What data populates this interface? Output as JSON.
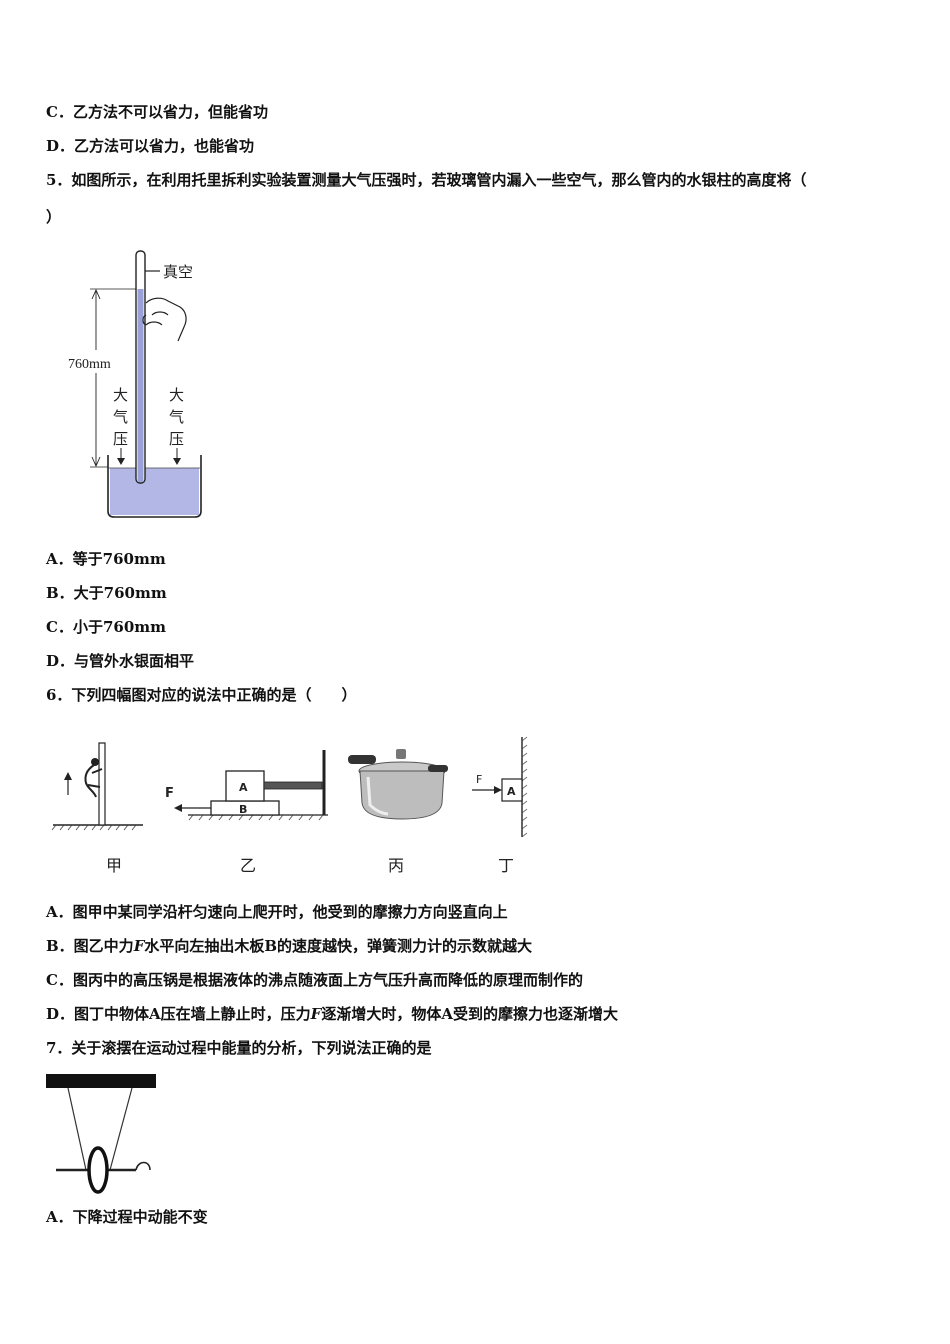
{
  "q4_tail": {
    "option_c": "C．乙方法不可以省力，但能省功",
    "option_d": "D．乙方法可以省力，也能省功"
  },
  "q5": {
    "stem_line1": "5．如图所示，在利用托里拆利实验装置测量大气压强时，若玻璃管内漏入一些空气，那么管内的水银柱的高度将（",
    "stem_line2": "）",
    "figure": {
      "label_vacuum": "真空",
      "label_height": "760mm",
      "label_atm_char1": "大",
      "label_atm_char2": "气",
      "label_atm_char3": "压"
    },
    "option_a": "A．等于760mm",
    "option_b": "B．大于760mm",
    "option_c": "C．小于760mm",
    "option_d": "D．与管外水银面相平"
  },
  "q6": {
    "stem": "6．下列四幅图对应的说法中正确的是（　　）",
    "figure": {
      "caption_jia": "甲",
      "caption_yi": "乙",
      "caption_bing": "丙",
      "caption_ding": "丁",
      "block_a": "A",
      "block_b": "B",
      "force_f": "F"
    },
    "option_a": "A．图甲中某同学沿杆匀速向上爬开时，他受到的摩擦力方向竖直向上",
    "option_b_pre": "B．图乙中力",
    "option_b_var": "F",
    "option_b_post": "水平向左抽出木板B的速度越快，弹簧测力计的示数就越大",
    "option_c": "C．图丙中的高压锅是根据液体的沸点随液面上方气压升高而降低的原理而制作的",
    "option_d_pre": "D．图丁中物体A压在墙上静止时，压力",
    "option_d_var": "F",
    "option_d_post": "逐渐增大时，物体A受到的摩擦力也逐渐增大"
  },
  "q7": {
    "stem": "7．关于滚摆在运动过程中能量的分析，下列说法正确的是",
    "option_a": "A．下降过程中动能不变"
  }
}
